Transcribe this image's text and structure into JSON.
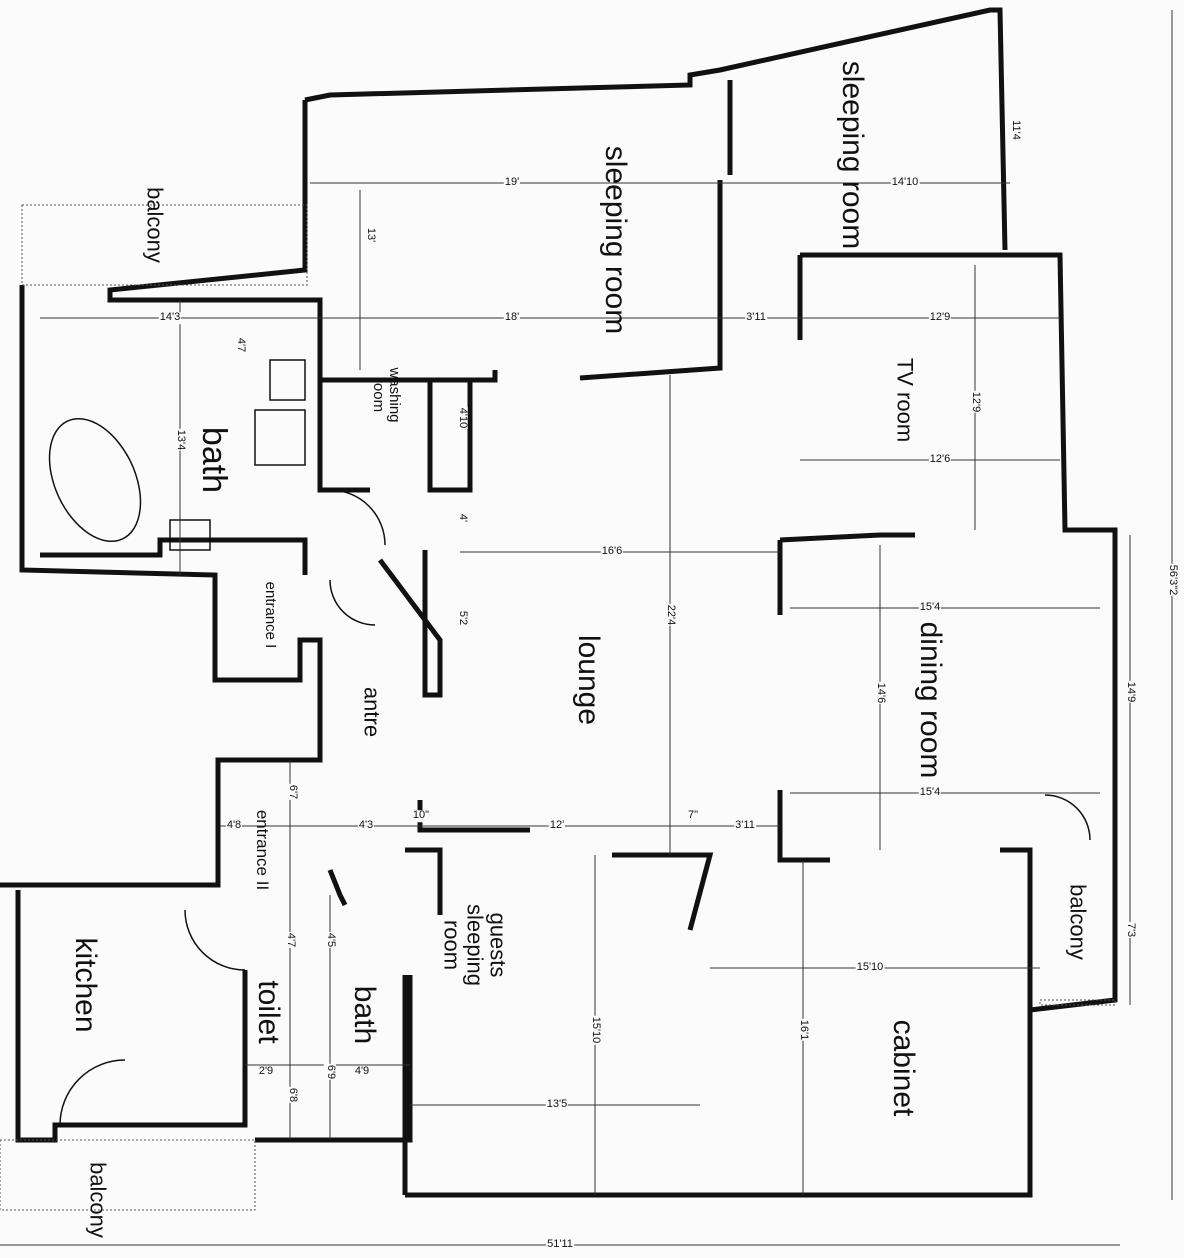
{
  "rooms": {
    "sleeping_room_main": "sleeping room",
    "sleeping_room_right": "sleeping room",
    "balcony_top": "balcony",
    "bath_main": "bath",
    "washing_room": "washing room",
    "tv_room": "TV room",
    "entrance_1": "entrance I",
    "antre": "antre",
    "lounge": "lounge",
    "dining_room": "dining room",
    "entrance_2": "entrance II",
    "guests_sleeping_room": "guests sleeping room",
    "kitchen": "kitchen",
    "toilet": "toilet",
    "bath_small": "bath",
    "cabinet": "cabinet",
    "balcony_right": "balcony",
    "balcony_bottom": "balcony"
  },
  "dimensions": {
    "d19": "19'",
    "d14_10": "14'10",
    "d11_4": "11'4",
    "d13": "13'",
    "d14_3": "14'3",
    "d18": "18'",
    "d3_11a": "3'11",
    "d12_9h": "12'9",
    "d12_9v": "12'9",
    "d4_7a": "4'7",
    "d13_4": "13'4",
    "d4_10": "4'10",
    "d12_6": "12'6",
    "d4": "4'",
    "d16_6": "16'6",
    "d5_2": "5'2",
    "d22_4": "22'4",
    "d15_4a": "15'4",
    "d14_6": "14'6",
    "d14_9": "14'9",
    "d56_3_2": "56'3\"2",
    "d15_4b": "15'4",
    "d6_7": "6'7",
    "d4_8": "4'8",
    "d4_3": "4'3",
    "d10in": "10\"",
    "d12": "12'",
    "d7in": "7\"",
    "d3_11b": "3'11",
    "d4_7b": "4'7",
    "d4_5": "4'5",
    "d15_10v": "15'10",
    "d16_1": "16'1",
    "d15_10h": "15'10",
    "d7_3": "7'3",
    "d2_9": "2'9",
    "d6_8": "6'8",
    "d6_9": "6'9",
    "d4_9": "4'9",
    "d13_5": "13'5",
    "d51_11": "51'11"
  }
}
